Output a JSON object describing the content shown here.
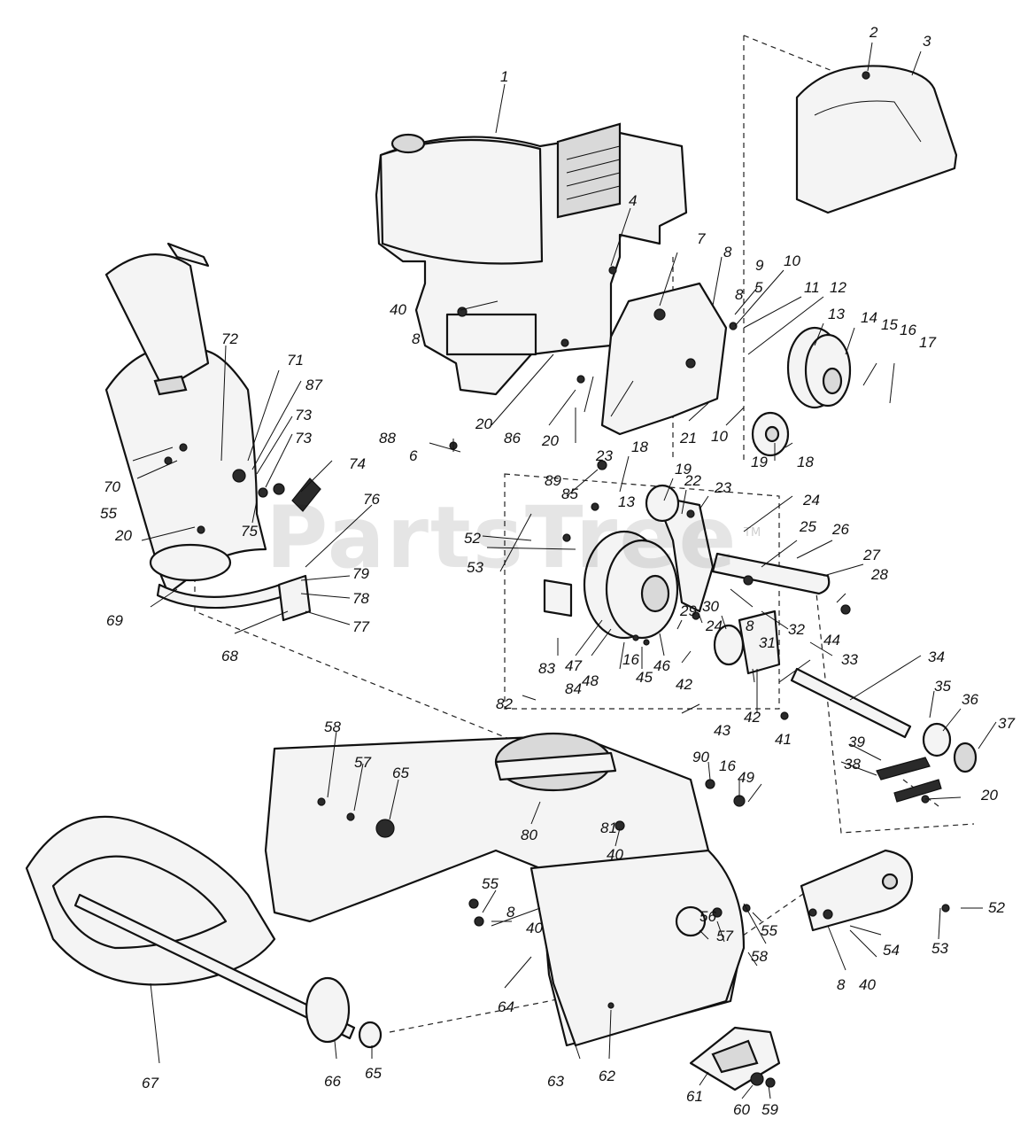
{
  "watermark": {
    "text": "PartsTree",
    "tm": "TM"
  },
  "callouts": [
    {
      "id": "c1",
      "label": "1"
    },
    {
      "id": "c2",
      "label": "2"
    },
    {
      "id": "c3",
      "label": "3"
    },
    {
      "id": "c4",
      "label": "4"
    },
    {
      "id": "c5",
      "label": "5"
    },
    {
      "id": "c6",
      "label": "6"
    },
    {
      "id": "c7",
      "label": "7"
    },
    {
      "id": "c8a",
      "label": "8"
    },
    {
      "id": "c8b",
      "label": "8"
    },
    {
      "id": "c8c",
      "label": "8"
    },
    {
      "id": "c8d",
      "label": "8"
    },
    {
      "id": "c8e",
      "label": "8"
    },
    {
      "id": "c8f",
      "label": "8"
    },
    {
      "id": "c9",
      "label": "9"
    },
    {
      "id": "c10a",
      "label": "10"
    },
    {
      "id": "c10b",
      "label": "10"
    },
    {
      "id": "c11",
      "label": "11"
    },
    {
      "id": "c12",
      "label": "12"
    },
    {
      "id": "c13a",
      "label": "13"
    },
    {
      "id": "c13b",
      "label": "13"
    },
    {
      "id": "c14",
      "label": "14"
    },
    {
      "id": "c15",
      "label": "15"
    },
    {
      "id": "c16a",
      "label": "16"
    },
    {
      "id": "c16b",
      "label": "16"
    },
    {
      "id": "c16c",
      "label": "16"
    },
    {
      "id": "c17",
      "label": "17"
    },
    {
      "id": "c18a",
      "label": "18"
    },
    {
      "id": "c18b",
      "label": "18"
    },
    {
      "id": "c19a",
      "label": "19"
    },
    {
      "id": "c19b",
      "label": "19"
    },
    {
      "id": "c20a",
      "label": "20"
    },
    {
      "id": "c20b",
      "label": "20"
    },
    {
      "id": "c20c",
      "label": "20"
    },
    {
      "id": "c20d",
      "label": "20"
    },
    {
      "id": "c21",
      "label": "21"
    },
    {
      "id": "c22",
      "label": "22"
    },
    {
      "id": "c23a",
      "label": "23"
    },
    {
      "id": "c23b",
      "label": "23"
    },
    {
      "id": "c24a",
      "label": "24"
    },
    {
      "id": "c24b",
      "label": "24"
    },
    {
      "id": "c25",
      "label": "25"
    },
    {
      "id": "c26",
      "label": "26"
    },
    {
      "id": "c27",
      "label": "27"
    },
    {
      "id": "c28",
      "label": "28"
    },
    {
      "id": "c29",
      "label": "29"
    },
    {
      "id": "c30",
      "label": "30"
    },
    {
      "id": "c31",
      "label": "31"
    },
    {
      "id": "c32",
      "label": "32"
    },
    {
      "id": "c33",
      "label": "33"
    },
    {
      "id": "c34",
      "label": "34"
    },
    {
      "id": "c35",
      "label": "35"
    },
    {
      "id": "c36",
      "label": "36"
    },
    {
      "id": "c37",
      "label": "37"
    },
    {
      "id": "c38",
      "label": "38"
    },
    {
      "id": "c39",
      "label": "39"
    },
    {
      "id": "c40a",
      "label": "40"
    },
    {
      "id": "c40b",
      "label": "40"
    },
    {
      "id": "c40c",
      "label": "40"
    },
    {
      "id": "c40d",
      "label": "40"
    },
    {
      "id": "c41",
      "label": "41"
    },
    {
      "id": "c42a",
      "label": "42"
    },
    {
      "id": "c42b",
      "label": "42"
    },
    {
      "id": "c43",
      "label": "43"
    },
    {
      "id": "c44",
      "label": "44"
    },
    {
      "id": "c45",
      "label": "45"
    },
    {
      "id": "c46",
      "label": "46"
    },
    {
      "id": "c47",
      "label": "47"
    },
    {
      "id": "c48",
      "label": "48"
    },
    {
      "id": "c49",
      "label": "49"
    },
    {
      "id": "c52a",
      "label": "52"
    },
    {
      "id": "c52b",
      "label": "52"
    },
    {
      "id": "c53a",
      "label": "53"
    },
    {
      "id": "c53b",
      "label": "53"
    },
    {
      "id": "c54",
      "label": "54"
    },
    {
      "id": "c55a",
      "label": "55"
    },
    {
      "id": "c55b",
      "label": "55"
    },
    {
      "id": "c55c",
      "label": "55"
    },
    {
      "id": "c56",
      "label": "56"
    },
    {
      "id": "c57a",
      "label": "57"
    },
    {
      "id": "c57b",
      "label": "57"
    },
    {
      "id": "c58a",
      "label": "58"
    },
    {
      "id": "c58b",
      "label": "58"
    },
    {
      "id": "c59",
      "label": "59"
    },
    {
      "id": "c60",
      "label": "60"
    },
    {
      "id": "c61",
      "label": "61"
    },
    {
      "id": "c62",
      "label": "62"
    },
    {
      "id": "c63",
      "label": "63"
    },
    {
      "id": "c64",
      "label": "64"
    },
    {
      "id": "c65a",
      "label": "65"
    },
    {
      "id": "c65b",
      "label": "65"
    },
    {
      "id": "c66",
      "label": "66"
    },
    {
      "id": "c67",
      "label": "67"
    },
    {
      "id": "c68",
      "label": "68"
    },
    {
      "id": "c69",
      "label": "69"
    },
    {
      "id": "c70",
      "label": "70"
    },
    {
      "id": "c71",
      "label": "71"
    },
    {
      "id": "c72",
      "label": "72"
    },
    {
      "id": "c73a",
      "label": "73"
    },
    {
      "id": "c73b",
      "label": "73"
    },
    {
      "id": "c74",
      "label": "74"
    },
    {
      "id": "c75",
      "label": "75"
    },
    {
      "id": "c76",
      "label": "76"
    },
    {
      "id": "c77",
      "label": "77"
    },
    {
      "id": "c78",
      "label": "78"
    },
    {
      "id": "c79",
      "label": "79"
    },
    {
      "id": "c80",
      "label": "80"
    },
    {
      "id": "c81",
      "label": "81"
    },
    {
      "id": "c82",
      "label": "82"
    },
    {
      "id": "c83",
      "label": "83"
    },
    {
      "id": "c84",
      "label": "84"
    },
    {
      "id": "c85",
      "label": "85"
    },
    {
      "id": "c86",
      "label": "86"
    },
    {
      "id": "c87",
      "label": "87"
    },
    {
      "id": "c88",
      "label": "88"
    },
    {
      "id": "c89",
      "label": "89"
    },
    {
      "id": "c90",
      "label": "90"
    }
  ]
}
